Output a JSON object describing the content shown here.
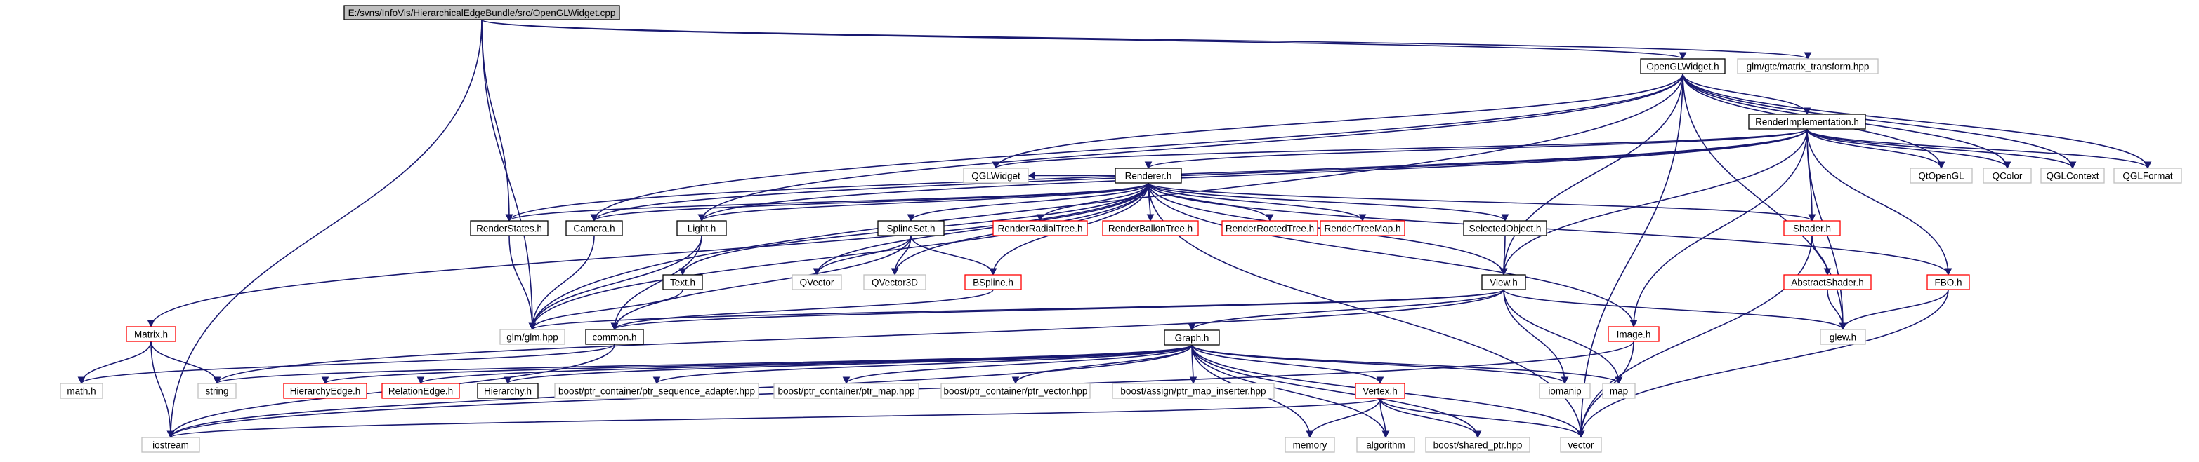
{
  "nodes": [
    {
      "id": "root",
      "label": "E:/svns/InfoVis/HierarchicalEdgeBundle/src/OpenGLWidget.cpp",
      "style": "root"
    },
    {
      "id": "openglwidget_h",
      "label": "OpenGLWidget.h",
      "style": "doc"
    },
    {
      "id": "glm_matrix_transform",
      "label": "glm/gtc/matrix_transform.hpp",
      "style": "ext"
    },
    {
      "id": "renderimpl_h",
      "label": "RenderImplementation.h",
      "style": "doc"
    },
    {
      "id": "qglwidget",
      "label": "QGLWidget",
      "style": "ext"
    },
    {
      "id": "renderer_h",
      "label": "Renderer.h",
      "style": "doc"
    },
    {
      "id": "qtopengl",
      "label": "QtOpenGL",
      "style": "ext"
    },
    {
      "id": "qcolor",
      "label": "QColor",
      "style": "ext"
    },
    {
      "id": "qglcontext",
      "label": "QGLContext",
      "style": "ext"
    },
    {
      "id": "qglformat",
      "label": "QGLFormat",
      "style": "ext"
    },
    {
      "id": "renderstates_h",
      "label": "RenderStates.h",
      "style": "doc"
    },
    {
      "id": "camera_h",
      "label": "Camera.h",
      "style": "doc"
    },
    {
      "id": "light_h",
      "label": "Light.h",
      "style": "doc"
    },
    {
      "id": "splineset_h",
      "label": "SplineSet.h",
      "style": "doc"
    },
    {
      "id": "renderradialtree_h",
      "label": "RenderRadialTree.h",
      "style": "red"
    },
    {
      "id": "renderballontree_h",
      "label": "RenderBallonTree.h",
      "style": "red"
    },
    {
      "id": "renderrootedtree_h",
      "label": "RenderRootedTree.h",
      "style": "red"
    },
    {
      "id": "rendertreemap_h",
      "label": "RenderTreeMap.h",
      "style": "red"
    },
    {
      "id": "selectedobject_h",
      "label": "SelectedObject.h",
      "style": "doc"
    },
    {
      "id": "shader_h",
      "label": "Shader.h",
      "style": "red"
    },
    {
      "id": "abstractshader_h",
      "label": "AbstractShader.h",
      "style": "red"
    },
    {
      "id": "fbo_h",
      "label": "FBO.h",
      "style": "red"
    },
    {
      "id": "text_h",
      "label": "Text.h",
      "style": "doc"
    },
    {
      "id": "qvector",
      "label": "QVector",
      "style": "ext"
    },
    {
      "id": "qvector3d",
      "label": "QVector3D",
      "style": "ext"
    },
    {
      "id": "bspline_h",
      "label": "BSpline.h",
      "style": "red"
    },
    {
      "id": "view_h",
      "label": "View.h",
      "style": "doc"
    },
    {
      "id": "image_h",
      "label": "Image.h",
      "style": "red"
    },
    {
      "id": "matrix_h",
      "label": "Matrix.h",
      "style": "red"
    },
    {
      "id": "glm_glm",
      "label": "glm/glm.hpp",
      "style": "ext"
    },
    {
      "id": "common_h",
      "label": "common.h",
      "style": "doc"
    },
    {
      "id": "graph_h",
      "label": "Graph.h",
      "style": "doc"
    },
    {
      "id": "glew_h",
      "label": "glew.h",
      "style": "ext"
    },
    {
      "id": "math_h",
      "label": "math.h",
      "style": "ext"
    },
    {
      "id": "string",
      "label": "string",
      "style": "ext"
    },
    {
      "id": "hierarchyedge_h",
      "label": "HierarchyEdge.h",
      "style": "red"
    },
    {
      "id": "relationedge_h",
      "label": "RelationEdge.h",
      "style": "red"
    },
    {
      "id": "hierarchy_h",
      "label": "Hierarchy.h",
      "style": "doc"
    },
    {
      "id": "ptr_sequence_adapter",
      "label": "boost/ptr_container/ptr_sequence_adapter.hpp",
      "style": "ext"
    },
    {
      "id": "ptr_map",
      "label": "boost/ptr_container/ptr_map.hpp",
      "style": "ext"
    },
    {
      "id": "ptr_vector",
      "label": "boost/ptr_container/ptr_vector.hpp",
      "style": "ext"
    },
    {
      "id": "ptr_map_inserter",
      "label": "boost/assign/ptr_map_inserter.hpp",
      "style": "ext"
    },
    {
      "id": "vertex_h",
      "label": "Vertex.h",
      "style": "red"
    },
    {
      "id": "iomanip",
      "label": "iomanip",
      "style": "ext"
    },
    {
      "id": "map",
      "label": "map",
      "style": "ext"
    },
    {
      "id": "iostream",
      "label": "iostream",
      "style": "ext"
    },
    {
      "id": "memory",
      "label": "memory",
      "style": "ext"
    },
    {
      "id": "algorithm",
      "label": "algorithm",
      "style": "ext"
    },
    {
      "id": "shared_ptr",
      "label": "boost/shared_ptr.hpp",
      "style": "ext"
    },
    {
      "id": "vector",
      "label": "vector",
      "style": "ext"
    }
  ],
  "edges": [
    [
      "root",
      "openglwidget_h"
    ],
    [
      "root",
      "glm_matrix_transform"
    ],
    [
      "root",
      "renderstates_h"
    ],
    [
      "root",
      "glm_glm"
    ],
    [
      "root",
      "iostream"
    ],
    [
      "openglwidget_h",
      "renderimpl_h"
    ],
    [
      "openglwidget_h",
      "qglwidget"
    ],
    [
      "openglwidget_h",
      "qtopengl"
    ],
    [
      "openglwidget_h",
      "qcolor"
    ],
    [
      "openglwidget_h",
      "qglcontext"
    ],
    [
      "openglwidget_h",
      "qglformat"
    ],
    [
      "openglwidget_h",
      "view_h"
    ],
    [
      "openglwidget_h",
      "vector"
    ],
    [
      "openglwidget_h",
      "glew_h"
    ],
    [
      "openglwidget_h",
      "camera_h"
    ],
    [
      "openglwidget_h",
      "light_h"
    ],
    [
      "openglwidget_h",
      "glm_glm"
    ],
    [
      "renderimpl_h",
      "renderer_h"
    ],
    [
      "renderimpl_h",
      "qglwidget"
    ],
    [
      "renderimpl_h",
      "qtopengl"
    ],
    [
      "renderimpl_h",
      "qcolor"
    ],
    [
      "renderimpl_h",
      "qglcontext"
    ],
    [
      "renderimpl_h",
      "qglformat"
    ],
    [
      "renderimpl_h",
      "shader_h"
    ],
    [
      "renderimpl_h",
      "fbo_h"
    ],
    [
      "renderimpl_h",
      "image_h"
    ],
    [
      "renderimpl_h",
      "view_h"
    ],
    [
      "renderimpl_h",
      "glew_h"
    ],
    [
      "renderimpl_h",
      "camera_h"
    ],
    [
      "renderimpl_h",
      "light_h"
    ],
    [
      "renderimpl_h",
      "renderstates_h"
    ],
    [
      "renderer_h",
      "renderstates_h"
    ],
    [
      "renderer_h",
      "camera_h"
    ],
    [
      "renderer_h",
      "light_h"
    ],
    [
      "renderer_h",
      "splineset_h"
    ],
    [
      "renderer_h",
      "renderradialtree_h"
    ],
    [
      "renderer_h",
      "renderballontree_h"
    ],
    [
      "renderer_h",
      "renderrootedtree_h"
    ],
    [
      "renderer_h",
      "rendertreemap_h"
    ],
    [
      "renderer_h",
      "selectedobject_h"
    ],
    [
      "renderer_h",
      "shader_h"
    ],
    [
      "renderer_h",
      "fbo_h"
    ],
    [
      "renderer_h",
      "image_h"
    ],
    [
      "renderer_h",
      "view_h"
    ],
    [
      "renderer_h",
      "text_h"
    ],
    [
      "renderer_h",
      "qvector"
    ],
    [
      "renderer_h",
      "qvector3d"
    ],
    [
      "renderer_h",
      "bspline_h"
    ],
    [
      "renderer_h",
      "matrix_h"
    ],
    [
      "renderer_h",
      "vector"
    ],
    [
      "renderer_h",
      "glm_glm"
    ],
    [
      "renderer_h",
      "qglwidget"
    ],
    [
      "renderstates_h",
      "glm_glm"
    ],
    [
      "camera_h",
      "glm_glm"
    ],
    [
      "light_h",
      "glm_glm"
    ],
    [
      "light_h",
      "common_h"
    ],
    [
      "text_h",
      "glm_glm"
    ],
    [
      "splineset_h",
      "qvector"
    ],
    [
      "splineset_h",
      "qvector3d"
    ],
    [
      "splineset_h",
      "bspline_h"
    ],
    [
      "splineset_h",
      "common_h"
    ],
    [
      "bspline_h",
      "common_h"
    ],
    [
      "selectedobject_h",
      "view_h"
    ],
    [
      "shader_h",
      "abstractshader_h"
    ],
    [
      "shader_h",
      "vector"
    ],
    [
      "abstractshader_h",
      "glew_h"
    ],
    [
      "fbo_h",
      "glew_h"
    ],
    [
      "fbo_h",
      "vector"
    ],
    [
      "image_h",
      "vector"
    ],
    [
      "image_h",
      "iostream"
    ],
    [
      "view_h",
      "glm_glm"
    ],
    [
      "view_h",
      "common_h"
    ],
    [
      "view_h",
      "graph_h"
    ],
    [
      "view_h",
      "glew_h"
    ],
    [
      "view_h",
      "iomanip"
    ],
    [
      "view_h",
      "map"
    ],
    [
      "view_h",
      "string"
    ],
    [
      "matrix_h",
      "math_h"
    ],
    [
      "matrix_h",
      "string"
    ],
    [
      "matrix_h",
      "iostream"
    ],
    [
      "common_h",
      "math_h"
    ],
    [
      "common_h",
      "iostream"
    ],
    [
      "graph_h",
      "string"
    ],
    [
      "graph_h",
      "hierarchyedge_h"
    ],
    [
      "graph_h",
      "relationedge_h"
    ],
    [
      "graph_h",
      "hierarchy_h"
    ],
    [
      "graph_h",
      "ptr_sequence_adapter"
    ],
    [
      "graph_h",
      "ptr_map"
    ],
    [
      "graph_h",
      "ptr_vector"
    ],
    [
      "graph_h",
      "ptr_map_inserter"
    ],
    [
      "graph_h",
      "vertex_h"
    ],
    [
      "graph_h",
      "iomanip"
    ],
    [
      "graph_h",
      "map"
    ],
    [
      "graph_h",
      "memory"
    ],
    [
      "graph_h",
      "algorithm"
    ],
    [
      "graph_h",
      "shared_ptr"
    ],
    [
      "graph_h",
      "vector"
    ],
    [
      "graph_h",
      "iostream"
    ],
    [
      "vertex_h",
      "memory"
    ],
    [
      "vertex_h",
      "algorithm"
    ],
    [
      "vertex_h",
      "shared_ptr"
    ],
    [
      "vertex_h",
      "vector"
    ],
    [
      "vertex_h",
      "iostream"
    ]
  ]
}
